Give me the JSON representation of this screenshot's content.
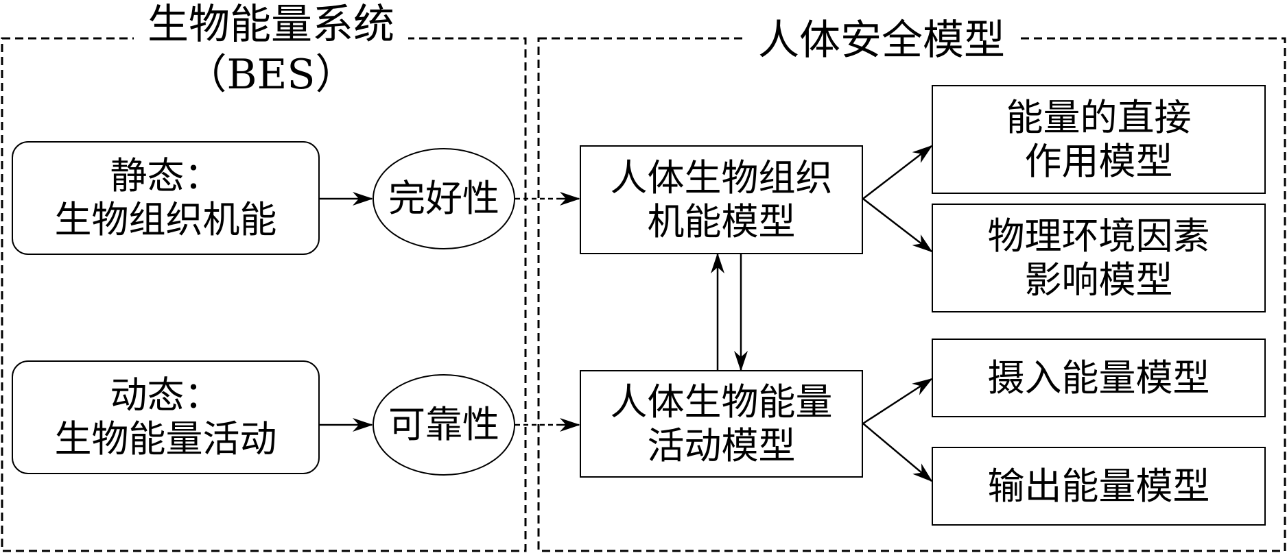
{
  "regions": {
    "bes": {
      "title": "生物能量系统",
      "subtitle": "（BES）"
    },
    "safety": {
      "title": "人体安全模型"
    }
  },
  "nodes": {
    "static_state": {
      "line1": "静态：",
      "line2": "生物组织机能"
    },
    "dynamic_state": {
      "line1": "动态：",
      "line2": "生物能量活动"
    },
    "integrity": {
      "label": "完好性"
    },
    "reliability": {
      "label": "可靠性"
    },
    "tissue_function_model": {
      "line1": "人体生物组织",
      "line2": "机能模型"
    },
    "energy_activity_model": {
      "line1": "人体生物能量",
      "line2": "活动模型"
    },
    "direct_energy_model": {
      "line1": "能量的直接",
      "line2": "作用模型"
    },
    "environment_model": {
      "line1": "物理环境因素",
      "line2": "影响模型"
    },
    "intake_energy_model": {
      "label": "摄入能量模型"
    },
    "output_energy_model": {
      "label": "输出能量模型"
    }
  },
  "colors": {
    "stroke": "#000000",
    "background": "#ffffff"
  }
}
